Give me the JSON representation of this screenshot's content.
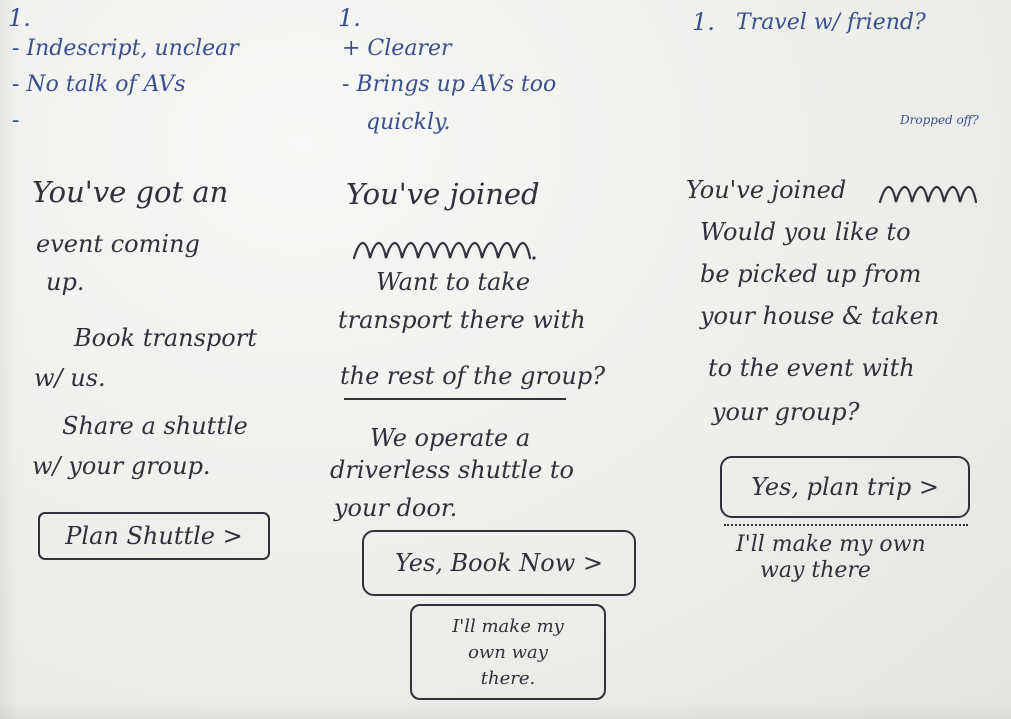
{
  "columns": [
    {
      "number": "1.",
      "notes": [
        "- Indescript, unclear",
        "- No talk of AVs",
        "-"
      ],
      "message_lines": [
        "You've got an",
        "event coming",
        "up.",
        "Book transport",
        "w/ us.",
        "Share a shuttle",
        "w/ your group."
      ],
      "button": "Plan Shuttle >"
    },
    {
      "number": "1.",
      "notes": [
        "+ Clearer",
        "- Brings up AVs too",
        "quickly."
      ],
      "message_lines": [
        "You've joined",
        "Want to take",
        "transport there with",
        "the rest of the group?",
        "We operate a",
        "driverless shuttle to",
        "your door."
      ],
      "button": "Yes, Book Now >",
      "opt_out_lines": [
        "I'll make my",
        "own way",
        "there."
      ]
    },
    {
      "number": "1.",
      "notes": [
        "Travel w/ friend?",
        "Dropped off?"
      ],
      "message_lines": [
        "You've joined",
        "Would you like to",
        "be picked up from",
        "your house & taken",
        "to the event with",
        "your group?"
      ],
      "button": "Yes, plan trip >",
      "opt_out_lines": [
        "I'll make my own",
        "way there"
      ]
    }
  ],
  "colors": {
    "note_ink": "#2b3a63",
    "body_ink": "#2f323c"
  }
}
